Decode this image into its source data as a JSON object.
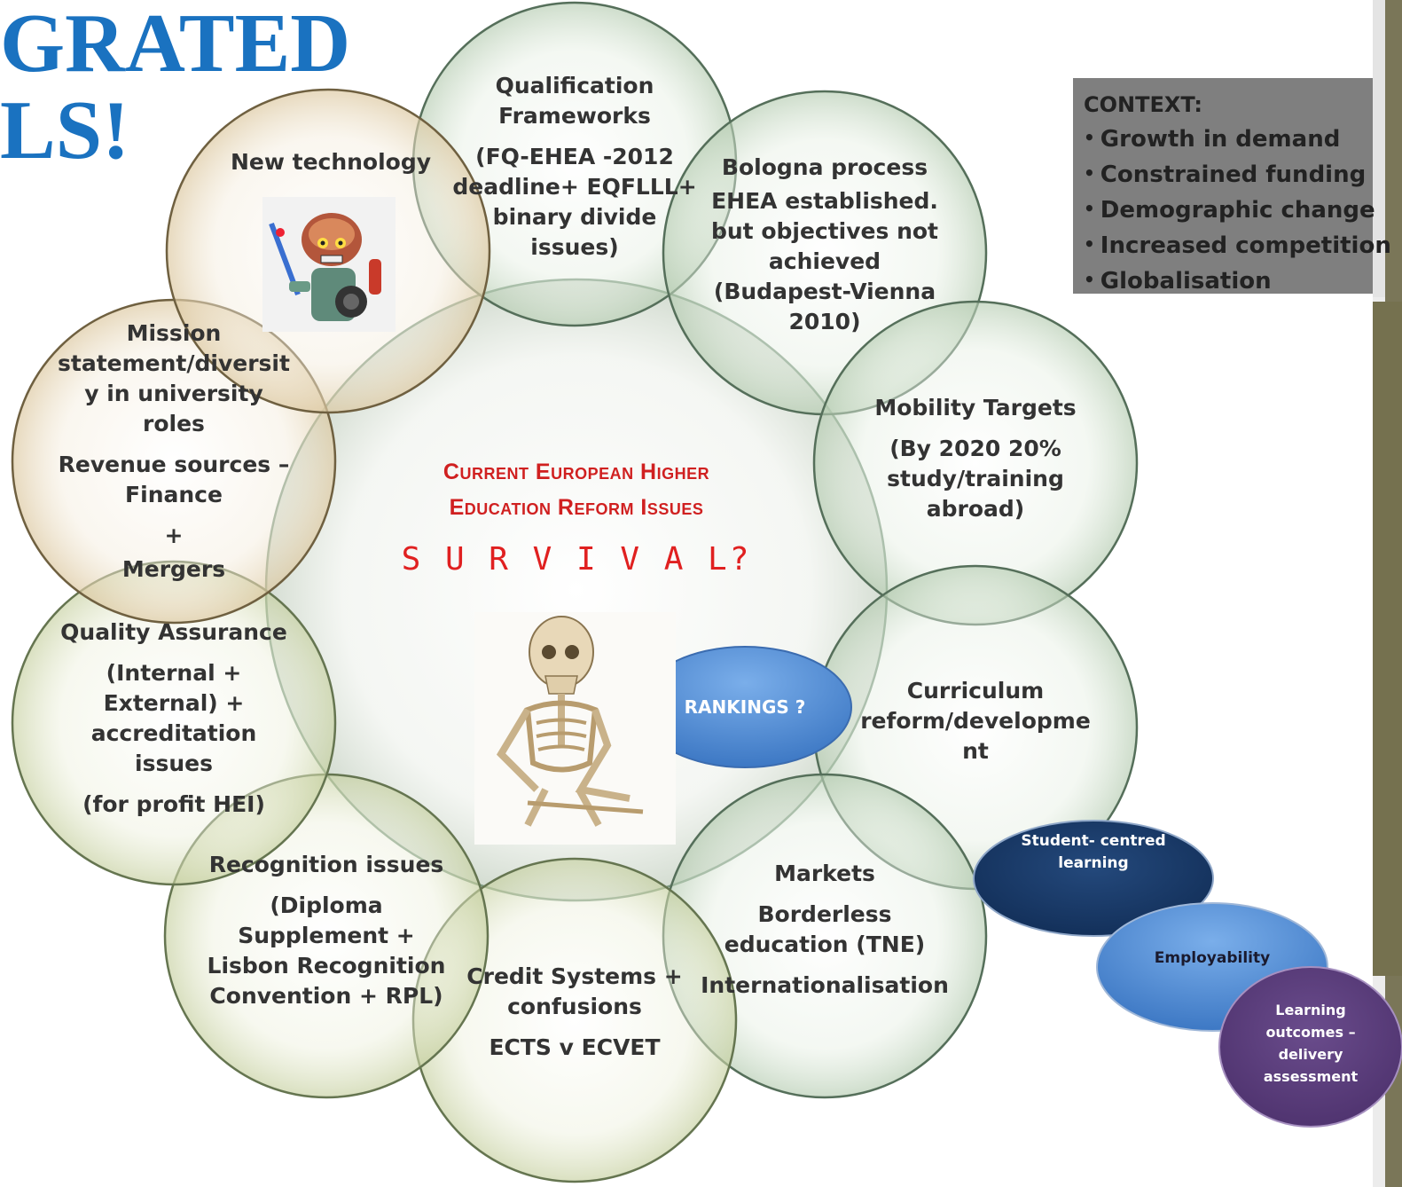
{
  "title_fragment": [
    "GRATED",
    "LS!"
  ],
  "center": {
    "title_lines": [
      "Current European Higher",
      "Education Reform Issues"
    ],
    "subtitle": "S U  R V I V A L?"
  },
  "circles": {
    "qualification": [
      "Qualification",
      "Frameworks",
      "(FQ-EHEA -2012",
      "deadline+ EQFLLL+",
      "binary divide",
      "issues)"
    ],
    "bologna": [
      "Bologna process",
      "EHEA established.",
      "but objectives not",
      "achieved",
      "(Budapest-Vienna",
      "2010)"
    ],
    "mobility": [
      "Mobility Targets",
      "(By 2020 20%",
      "study/training",
      "abroad)"
    ],
    "curriculum": [
      "Curriculum",
      "reform/developme",
      "nt"
    ],
    "markets": [
      "Markets",
      "Borderless",
      "education (TNE)",
      "Internationalisation"
    ],
    "credit": [
      "Credit Systems +",
      "confusions",
      "ECTS v ECVET"
    ],
    "recognition": [
      "Recognition issues",
      "(Diploma",
      "Supplement +",
      "Lisbon Recognition",
      "Convention + RPL)"
    ],
    "quality": [
      "Quality Assurance",
      "(Internal +",
      "External) +",
      "accreditation",
      "issues",
      "(for profit HEI)"
    ],
    "mission": [
      "Mission",
      "statement/diversit",
      "y in university",
      "roles",
      "Revenue sources –",
      "Finance",
      "+",
      "Mergers"
    ],
    "technology": [
      "New technology"
    ]
  },
  "context": {
    "title": "CONTEXT:",
    "items": [
      "Growth in demand",
      "Constrained funding",
      "Demographic change",
      "Increased competition",
      "Globalisation"
    ]
  },
  "rankings_callout": "RANKINGS ?",
  "side_bubbles": {
    "student": [
      "Student- centred",
      "learning"
    ],
    "employability": "Employability",
    "learning": [
      "Learning",
      "outcomes –",
      "delivery",
      "assessment"
    ]
  },
  "colors": {
    "title_blue": "#1a72c0",
    "center_red": "#d02020",
    "context_bg": "#7f7f7f",
    "bubble_dark_navy": "#1b3a66",
    "bubble_blue": "#4a86d0",
    "bubble_purple": "#5a3f78"
  }
}
